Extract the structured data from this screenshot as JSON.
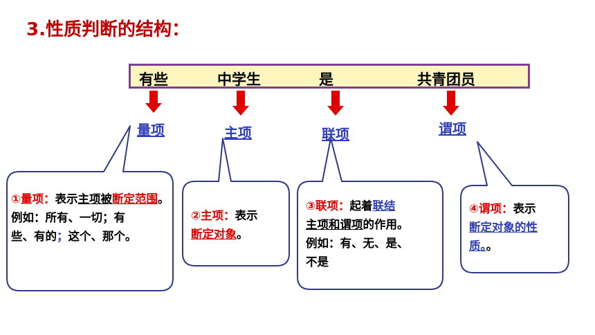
{
  "title": "3.性质判断的结构：",
  "sentence": {
    "quantifier": "有些",
    "subject": "中学生",
    "copula": "是",
    "predicate": "共青团员"
  },
  "terms": {
    "quantifier": "量项",
    "subject": "主项",
    "copula": "联项",
    "predicate": "谓项"
  },
  "colors": {
    "title": "#c00000",
    "bar_fill": "#fcf5be",
    "bar_border": "#7f3f98",
    "arrow": "#e00000",
    "term": "#2f3fb5",
    "callout_border": "#2f3a8a"
  },
  "boxes": {
    "quantifier": {
      "num_label": "①量项：",
      "text1": "表示",
      "text2": "主项被",
      "text3": "断定范围",
      "text4": "。",
      "example_line1": "例如：所有、一切；有",
      "example_line2a": "些、有的",
      "example_sep": "；",
      "example_line2b": "这个、那个。"
    },
    "subject": {
      "num_label": "②主项：",
      "text1": "表示",
      "text2": "断定对象",
      "text3": "。"
    },
    "copula": {
      "num_label": "③联项：",
      "text1": "起着",
      "text2": "联结",
      "text3": "主项和谓项",
      "text4": "的作用。",
      "example_line1": "例如：有、无、是、",
      "example_line2": "不是"
    },
    "predicate": {
      "num_label": "④谓项：",
      "text1": "表示",
      "text2": "断定对象的性",
      "text3": "质。",
      "text4": "。"
    }
  }
}
